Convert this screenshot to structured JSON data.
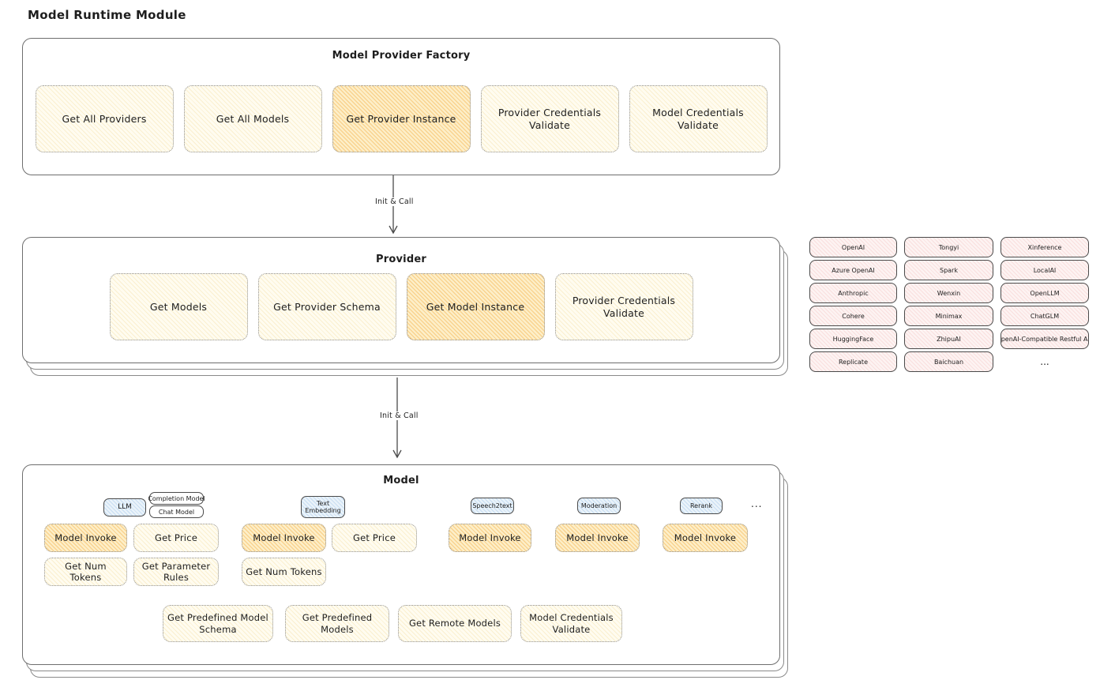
{
  "title": "Model Runtime Module",
  "arrows": {
    "top": "Init & Call",
    "bottom": "Init & Call"
  },
  "colors": {
    "accent_yellow": "#fffcf0",
    "accent_orange": "#fdefc9",
    "accent_pink": "#fdf3f2",
    "accent_blue": "#eaf3fa",
    "stroke": "#6e6e6e"
  },
  "factory": {
    "title": "Model Provider Factory",
    "buttons": [
      {
        "label": "Get All Providers",
        "highlighted": false
      },
      {
        "label": "Get All Models",
        "highlighted": false
      },
      {
        "label": "Get Provider Instance",
        "highlighted": true
      },
      {
        "label": "Provider Credentials Validate",
        "highlighted": false
      },
      {
        "label": "Model Credentials Validate",
        "highlighted": false
      }
    ]
  },
  "provider": {
    "title": "Provider",
    "buttons": [
      {
        "label": "Get Models",
        "highlighted": false
      },
      {
        "label": "Get Provider Schema",
        "highlighted": false
      },
      {
        "label": "Get Model Instance",
        "highlighted": true
      },
      {
        "label": "Provider Credentials Validate",
        "highlighted": false
      }
    ]
  },
  "providers_grid": {
    "items": [
      "OpenAI",
      "Tongyi",
      "Xinference",
      "Azure OpenAI",
      "Spark",
      "LocalAI",
      "Anthropic",
      "Wenxin",
      "OpenLLM",
      "Cohere",
      "Minimax",
      "ChatGLM",
      "HuggingFace",
      "ZhipuAI",
      "OpenAI-Compatible Restful API",
      "Replicate",
      "Baichuan"
    ],
    "more": "..."
  },
  "model": {
    "title": "Model",
    "tags": {
      "llm": "LLM",
      "completion": "Completion Model",
      "chat": "Chat Model",
      "text_embedding": "Text Embedding",
      "speech2text": "Speech2text",
      "moderation": "Moderation",
      "rerank": "Rerank",
      "more": "..."
    },
    "llm_buttons": {
      "invoke": "Model Invoke",
      "get_price": "Get Price",
      "get_num_tokens": "Get Num Tokens",
      "get_parameter_rules": "Get Parameter Rules"
    },
    "embedding_buttons": {
      "invoke": "Model Invoke",
      "get_price": "Get Price",
      "get_num_tokens": "Get Num Tokens"
    },
    "speech2text_buttons": {
      "invoke": "Model Invoke"
    },
    "moderation_buttons": {
      "invoke": "Model Invoke"
    },
    "rerank_buttons": {
      "invoke": "Model Invoke"
    },
    "bottom_buttons": [
      "Get Predefined Model Schema",
      "Get Predefined Models",
      "Get Remote Models",
      "Model Credentials Validate"
    ]
  }
}
